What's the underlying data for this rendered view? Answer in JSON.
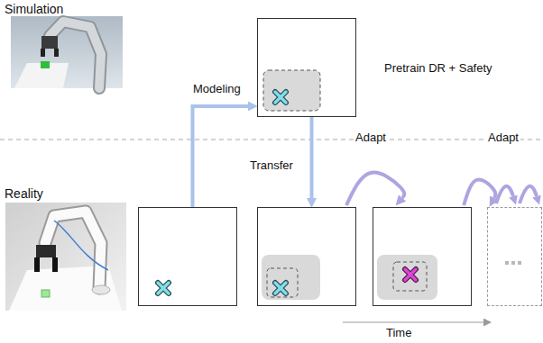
{
  "diagram": {
    "nodes": [
      {
        "text": [
          "Pretrain DR + Safety"
        ]
      },
      {
        "text": []
      },
      {
        "text": []
      },
      {
        "text": []
      },
      {
        "text": []
      }
    ],
    "edges": [
      {
        "from": 1,
        "to": 0,
        "arrow": "to",
        "label": "Modeling"
      },
      {
        "from": 0,
        "to": 2,
        "arrow": "to",
        "label": "Transfer"
      },
      {
        "from": 2,
        "to": 3,
        "arrow": "to",
        "label": "Adapt"
      },
      {
        "from": 3,
        "to": 4,
        "arrow": "to",
        "label": "Adapt"
      }
    ],
    "labels": [
      "Simulation",
      "Reality",
      "Time"
    ]
  }
}
